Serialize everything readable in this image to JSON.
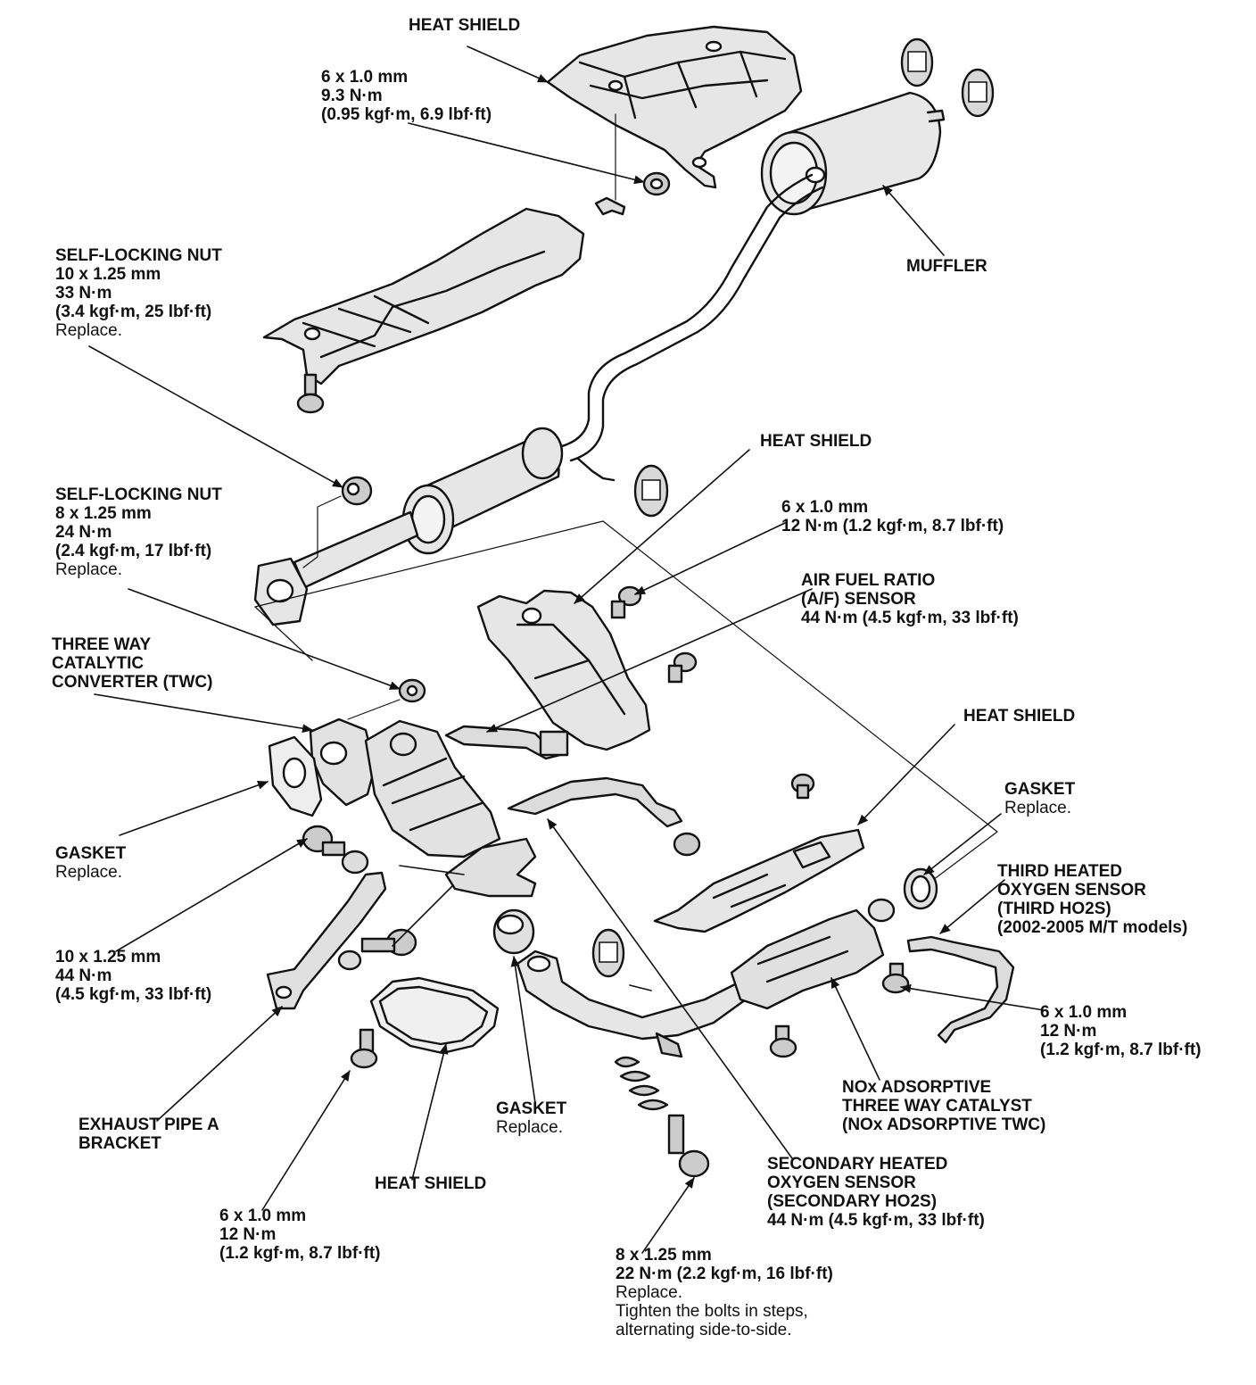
{
  "labels": {
    "heat_shield_top": [
      "HEAT SHIELD"
    ],
    "heat_shield_top_bolt": [
      "6 x 1.0 mm",
      "9.3 N·m",
      "(0.95 kgf·m, 6.9 lbf·ft)"
    ],
    "muffler": [
      "MUFFLER"
    ],
    "self_locking_nut_1": [
      "SELF-LOCKING NUT",
      "10 x 1.25 mm",
      "33 N·m",
      "(3.4 kgf·m, 25 lbf·ft)"
    ],
    "self_locking_nut_1_note": "Replace.",
    "self_locking_nut_2": [
      "SELF-LOCKING NUT",
      "8 x 1.25 mm",
      "24 N·m",
      "(2.4 kgf·m, 17 lbf·ft)"
    ],
    "self_locking_nut_2_note": "Replace.",
    "heat_shield_mid": [
      "HEAT SHIELD"
    ],
    "heat_shield_mid_bolt": [
      "6 x 1.0 mm",
      "12 N·m (1.2 kgf·m, 8.7 lbf·ft)"
    ],
    "af_sensor": [
      "AIR FUEL RATIO",
      "(A/F) SENSOR",
      "44 N·m (4.5 kgf·m, 33 lbf·ft)"
    ],
    "twc": [
      "THREE WAY",
      "CATALYTIC",
      "CONVERTER (TWC)"
    ],
    "heat_shield_right": [
      "HEAT SHIELD"
    ],
    "gasket_right": [
      "GASKET"
    ],
    "gasket_right_note": "Replace.",
    "third_ho2s": [
      "THIRD HEATED",
      "OXYGEN SENSOR",
      "(THIRD HO2S)",
      "(2002-2005 M/T models)"
    ],
    "gasket_left": [
      "GASKET"
    ],
    "gasket_left_note": "Replace.",
    "bracket_bolt": [
      "10 x 1.25 mm",
      "44 N·m",
      "(4.5 kgf·m, 33 lbf·ft)"
    ],
    "right_bolt": [
      "6 x 1.0 mm",
      "12 N·m",
      "(1.2 kgf·m, 8.7 lbf·ft)"
    ],
    "nox_twc": [
      "NOx ADSORPTIVE",
      "THREE WAY CATALYST",
      "(NOx ADSORPTIVE TWC)"
    ],
    "exhaust_bracket": [
      "EXHAUST PIPE A",
      "BRACKET"
    ],
    "gasket_bottom": [
      "GASKET"
    ],
    "gasket_bottom_note": "Replace.",
    "secondary_ho2s": [
      "SECONDARY HEATED",
      "OXYGEN SENSOR",
      "(SECONDARY HO2S)",
      "44 N·m (4.5 kgf·m,  33 lbf·ft)"
    ],
    "heat_shield_bottom": [
      "HEAT SHIELD"
    ],
    "bottom_left_bolt": [
      "6 x 1.0 mm",
      "12 N·m",
      "(1.2 kgf·m, 8.7 lbf·ft)"
    ],
    "bottom_bolt": [
      "8 x 1.25 mm",
      "22 N·m (2.2 kgf·m, 16 lbf·ft)"
    ],
    "bottom_bolt_notes": [
      "Replace.",
      "Tighten the bolts in steps,",
      "alternating side-to-side."
    ]
  }
}
